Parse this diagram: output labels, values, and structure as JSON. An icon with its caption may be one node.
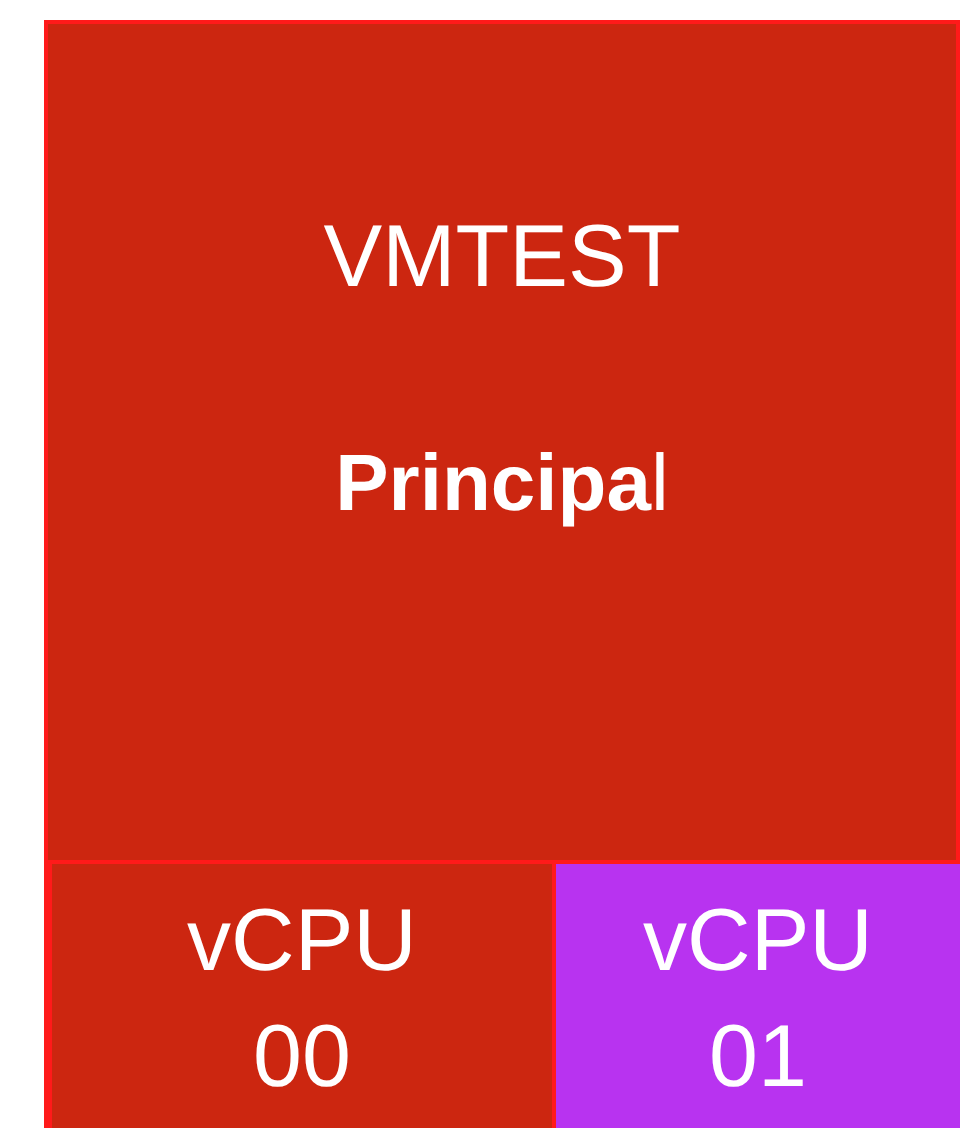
{
  "diagram": {
    "nodes": [
      {
        "text": [
          "VMTEST",
          "**Principa**l"
        ]
      },
      {
        "text": [
          "vCPU 00"
        ],
        "in": 0
      },
      {
        "text": [
          "vCPU 01"
        ],
        "in": 0
      }
    ]
  }
}
